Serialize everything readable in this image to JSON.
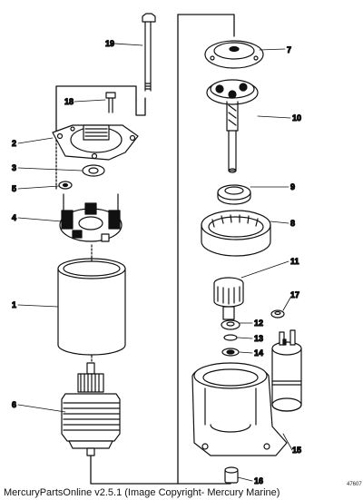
{
  "diagram": {
    "callouts": {
      "c1": "1",
      "c2": "2",
      "c3": "3",
      "c4": "4",
      "c5": "5",
      "c6": "6",
      "c7": "7",
      "c8": "8",
      "c9": "9",
      "c10": "10",
      "c11": "11",
      "c12": "12",
      "c13": "13",
      "c14": "14",
      "c15": "15",
      "c16": "16",
      "c17": "17",
      "c18": "18",
      "c19": "19"
    },
    "drawing_id": "47607"
  },
  "footer": {
    "caption": "MercuryPartsOnline v2.5.1 (Image Copyright- Mercury Marine)"
  }
}
